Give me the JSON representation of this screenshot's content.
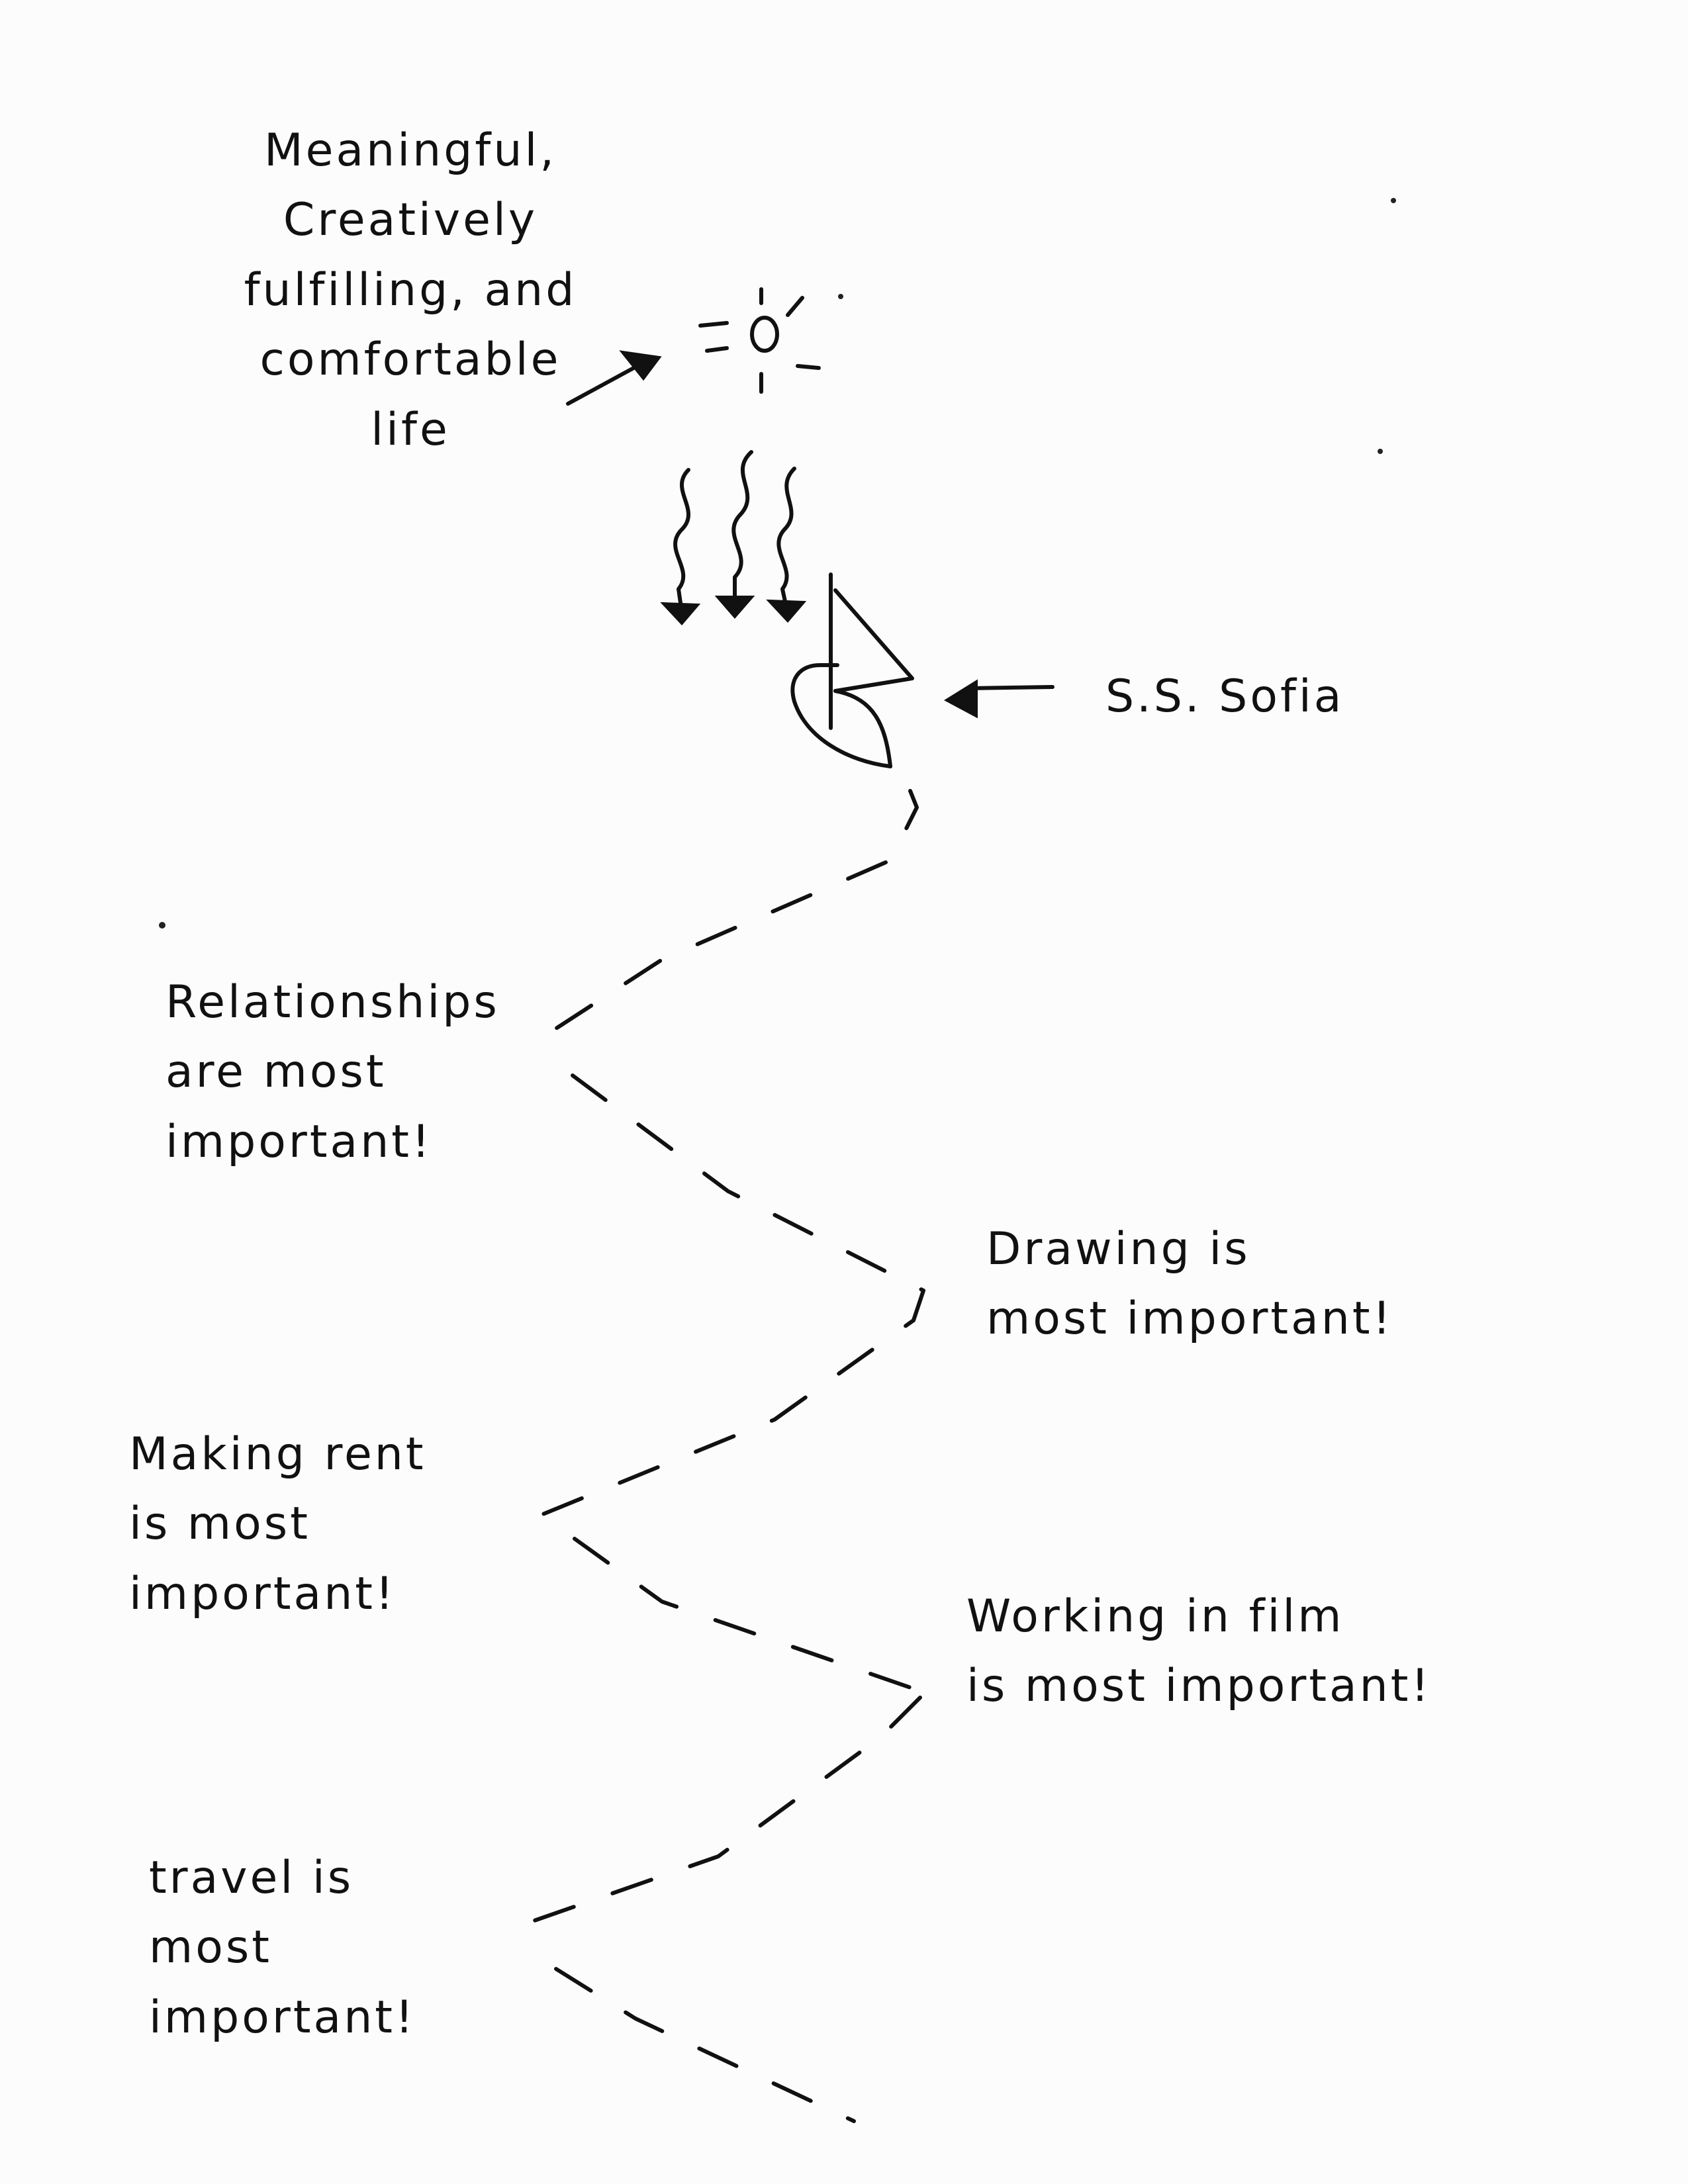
{
  "labels": {
    "goal": "Meaningful,\nCreatively\nfulfilling, and\ncomfortable\nlife",
    "ship": "S.S. Sofia",
    "relationships": "Relationships\nare most\nimportant!",
    "drawing": "Drawing is\nmost important!",
    "rent": "Making rent\nis most\nimportant!",
    "film": "Working in film\nis most important!",
    "travel": "travel is\nmost\nimportant!"
  },
  "icons": {
    "sun": "sun-icon",
    "sailboat": "sailboat-icon",
    "warmth_arrows": "wavy-arrow-icon",
    "pointer_arrows": "arrow-icon"
  },
  "colors": {
    "ink": "#111111",
    "paper": "#fcfcfc"
  }
}
